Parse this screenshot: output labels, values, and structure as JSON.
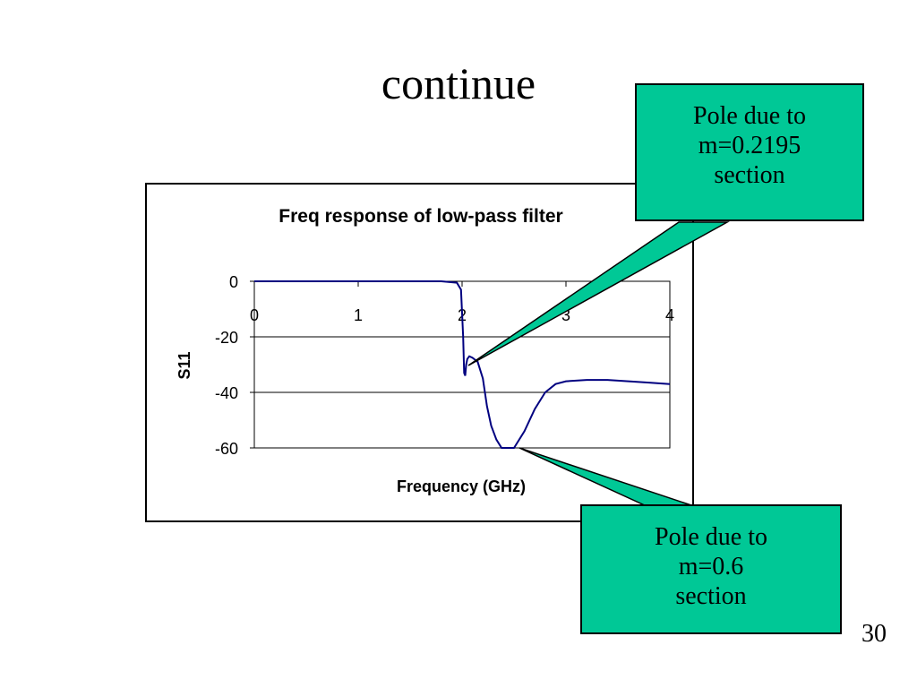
{
  "slide": {
    "title": "continue",
    "page_number": "30"
  },
  "callouts": {
    "top": {
      "line1": "Pole due to",
      "line2": "m=0.2195",
      "line3": "section"
    },
    "bottom": {
      "line1": "Pole due to",
      "line2": "m=0.6",
      "line3": "section"
    }
  },
  "colors": {
    "callout_fill": "#00c896",
    "series_line": "#000080"
  },
  "chart_data": {
    "type": "line",
    "title": "Freq response of low-pass filter",
    "xlabel": "Frequency (GHz)",
    "ylabel": "S11",
    "xlim": [
      0,
      4
    ],
    "ylim": [
      -60,
      0
    ],
    "x_ticks": [
      "0",
      "1",
      "2",
      "3",
      "4"
    ],
    "y_ticks": [
      "0",
      "-20",
      "-40",
      "-60"
    ],
    "grid": "horizontal",
    "series": [
      {
        "x": [
          0,
          0.5,
          1.0,
          1.5,
          1.8,
          1.95,
          1.99,
          2.01,
          2.02,
          2.03,
          2.04,
          2.05,
          2.07,
          2.1,
          2.15,
          2.2,
          2.24,
          2.28,
          2.33,
          2.38,
          2.43,
          2.5,
          2.6,
          2.7,
          2.8,
          2.9,
          3.0,
          3.2,
          3.4,
          3.6,
          3.8,
          4.0
        ],
        "y": [
          0,
          0,
          0,
          0,
          0,
          -0.5,
          -3,
          -20,
          -33,
          -34,
          -30,
          -28,
          -27,
          -27.5,
          -29,
          -35,
          -45,
          -52,
          -57,
          -60,
          -60,
          -60,
          -54,
          -46,
          -40,
          -37,
          -36,
          -35.5,
          -35.5,
          -36,
          -36.5,
          -37
        ]
      }
    ]
  }
}
